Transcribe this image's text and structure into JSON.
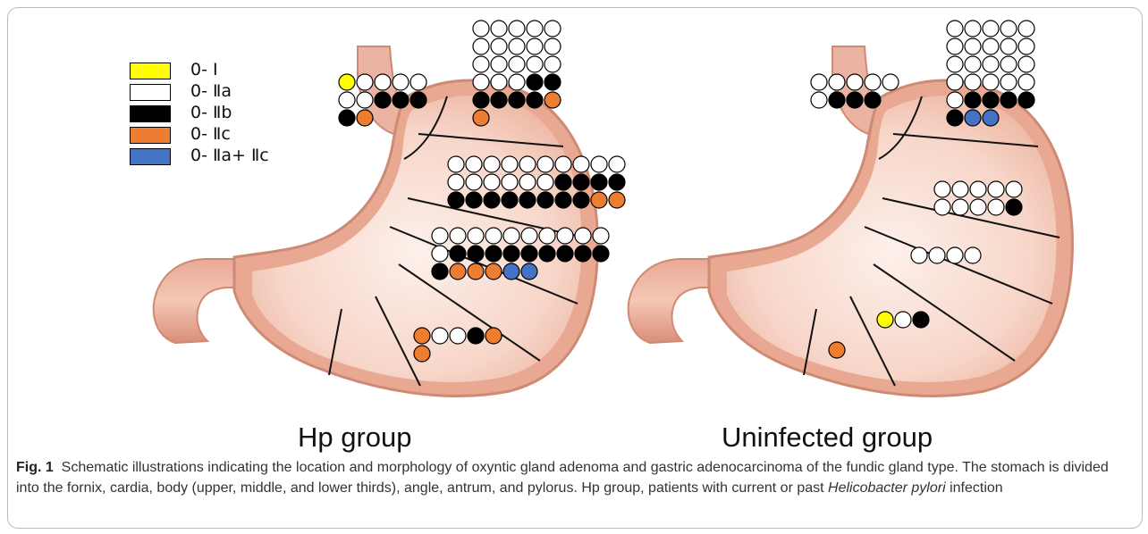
{
  "legend": [
    {
      "code": "0- Ⅰ",
      "color": "#ffff00"
    },
    {
      "code": "0- Ⅱa",
      "color": "#ffffff"
    },
    {
      "code": "0- Ⅱb",
      "color": "#000000"
    },
    {
      "code": "0- Ⅱc",
      "color": "#ed7d31"
    },
    {
      "code": "0- Ⅱa+ Ⅱc",
      "color": "#4472c4"
    }
  ],
  "groups": [
    {
      "label": "Hp group",
      "regions": [
        {
          "name": "cardia",
          "rows": [
            [
              "0-I",
              "0-IIa",
              "0-IIa",
              "0-IIa",
              "0-IIa"
            ],
            [
              "0-IIa",
              "0-IIa",
              "0-IIb",
              "0-IIb",
              "0-IIb"
            ],
            [
              "0-IIb",
              "0-IIc"
            ]
          ]
        },
        {
          "name": "fornix",
          "rows": [
            [
              "0-IIa",
              "0-IIa",
              "0-IIa",
              "0-IIa",
              "0-IIa"
            ],
            [
              "0-IIa",
              "0-IIa",
              "0-IIa",
              "0-IIa",
              "0-IIa"
            ],
            [
              "0-IIa",
              "0-IIa",
              "0-IIa",
              "0-IIa",
              "0-IIa"
            ],
            [
              "0-IIa",
              "0-IIa",
              "0-IIa",
              "0-IIb",
              "0-IIb"
            ],
            [
              "0-IIb",
              "0-IIb",
              "0-IIb",
              "0-IIb",
              "0-IIc"
            ],
            [
              "0-IIc"
            ]
          ]
        },
        {
          "name": "upper body",
          "rows": [
            [
              "0-IIa",
              "0-IIa",
              "0-IIa",
              "0-IIa",
              "0-IIa",
              "0-IIa",
              "0-IIa",
              "0-IIa",
              "0-IIa",
              "0-IIa"
            ],
            [
              "0-IIa",
              "0-IIa",
              "0-IIa",
              "0-IIa",
              "0-IIa",
              "0-IIa",
              "0-IIb",
              "0-IIb",
              "0-IIb",
              "0-IIb"
            ],
            [
              "0-IIb",
              "0-IIb",
              "0-IIb",
              "0-IIb",
              "0-IIb",
              "0-IIb",
              "0-IIb",
              "0-IIb",
              "0-IIc",
              "0-IIc"
            ]
          ]
        },
        {
          "name": "middle body",
          "rows": [
            [
              "0-IIa",
              "0-IIa",
              "0-IIa",
              "0-IIa",
              "0-IIa",
              "0-IIa",
              "0-IIa",
              "0-IIa",
              "0-IIa",
              "0-IIa"
            ],
            [
              "0-IIa",
              "0-IIb",
              "0-IIb",
              "0-IIb",
              "0-IIb",
              "0-IIb",
              "0-IIb",
              "0-IIb",
              "0-IIb",
              "0-IIb"
            ],
            [
              "0-IIb",
              "0-IIc",
              "0-IIc",
              "0-IIc",
              "0-IIa+IIc",
              "0-IIa+IIc"
            ]
          ]
        },
        {
          "name": "angle",
          "rows": [
            [
              "0-IIc",
              "0-IIa",
              "0-IIa",
              "0-IIb",
              "0-IIc"
            ],
            [
              "0-IIc"
            ]
          ]
        }
      ]
    },
    {
      "label": "Uninfected group",
      "regions": [
        {
          "name": "cardia",
          "rows": [
            [
              "0-IIa",
              "0-IIa",
              "0-IIa",
              "0-IIa",
              "0-IIa"
            ],
            [
              "0-IIa",
              "0-IIb",
              "0-IIb",
              "0-IIb"
            ]
          ]
        },
        {
          "name": "fornix",
          "rows": [
            [
              "0-IIa",
              "0-IIa",
              "0-IIa",
              "0-IIa",
              "0-IIa"
            ],
            [
              "0-IIa",
              "0-IIa",
              "0-IIa",
              "0-IIa",
              "0-IIa"
            ],
            [
              "0-IIa",
              "0-IIa",
              "0-IIa",
              "0-IIa",
              "0-IIa"
            ],
            [
              "0-IIa",
              "0-IIa",
              "0-IIa",
              "0-IIa",
              "0-IIa"
            ],
            [
              "0-IIa",
              "0-IIb",
              "0-IIb",
              "0-IIb",
              "0-IIb"
            ],
            [
              "0-IIb",
              "0-IIa+IIc",
              "0-IIa+IIc"
            ]
          ]
        },
        {
          "name": "upper body",
          "rows": [
            [
              "0-IIa",
              "0-IIa",
              "0-IIa",
              "0-IIa",
              "0-IIa"
            ],
            [
              "0-IIa",
              "0-IIa",
              "0-IIa",
              "0-IIa",
              "0-IIb"
            ]
          ]
        },
        {
          "name": "middle body",
          "rows": [
            [
              "0-IIa",
              "0-IIa",
              "0-IIa",
              "0-IIa"
            ]
          ]
        },
        {
          "name": "angle",
          "rows": [
            [
              "0-I",
              "0-IIa",
              "0-IIb"
            ]
          ]
        },
        {
          "name": "antrum",
          "rows": [
            [
              "0-IIc"
            ]
          ]
        }
      ]
    }
  ],
  "caption": {
    "fig": "Fig. 1",
    "text_a": "Schematic illustrations indicating the location and morphology of oxyntic gland adenoma and gastric adenocarcinoma of the fundic gland type. The stomach is divided into the fornix, cardia, body (upper, middle, and lower thirds), angle, antrum, and pylorus. Hp group, patients with current or past ",
    "italic": "Helicobacter pylori",
    "text_b": " infection"
  },
  "colors": {
    "stomach_fill": "#f2c6b8",
    "stomach_inner": "#fae3da",
    "stomach_outline": "#d58a72",
    "frame": "#b9b9b9"
  }
}
